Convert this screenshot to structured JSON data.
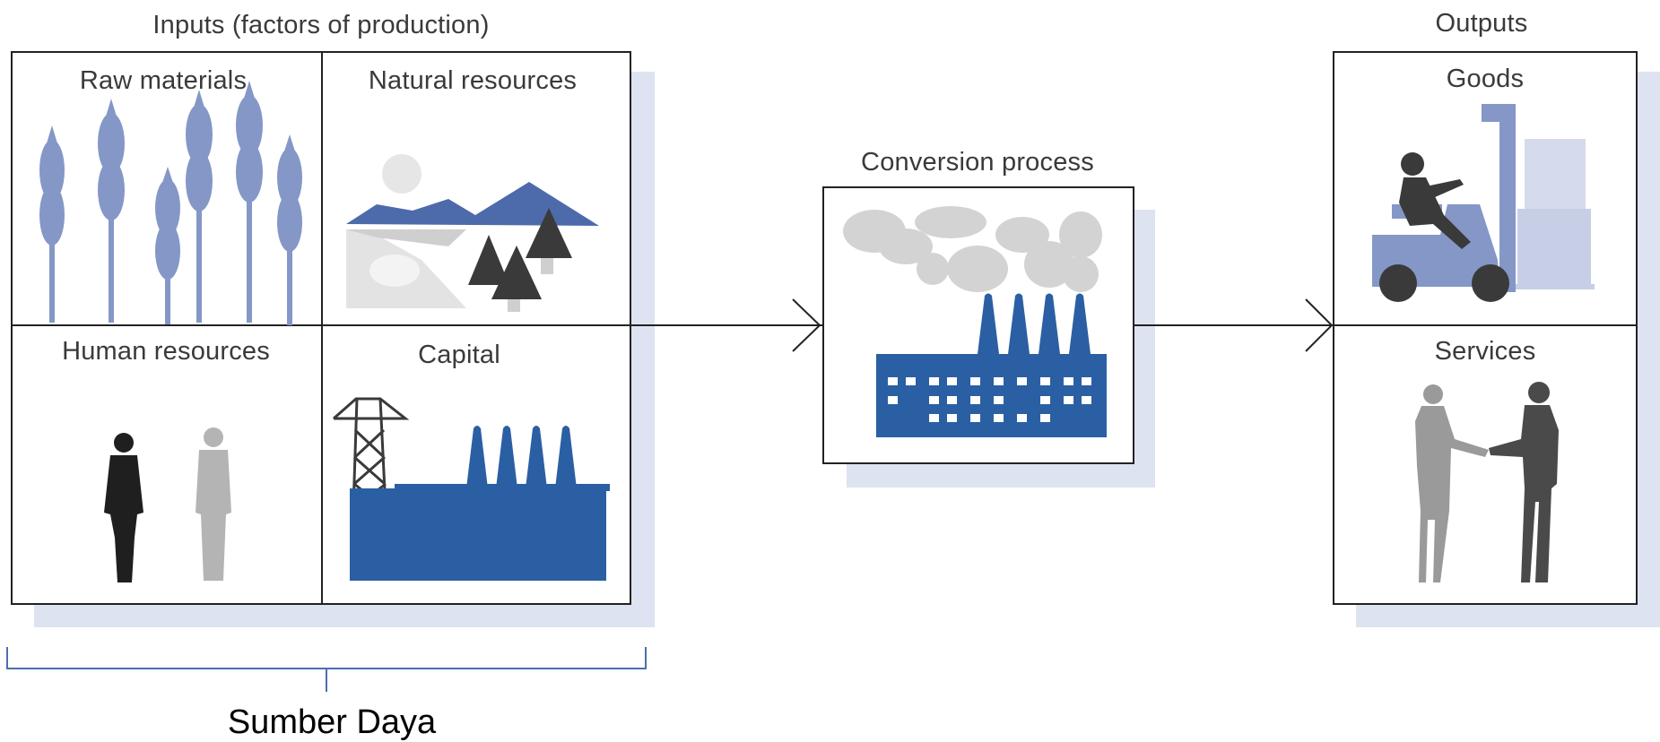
{
  "inputs": {
    "heading": "Inputs (factors of production)",
    "cells": {
      "raw_materials": "Raw materials",
      "natural_resources": "Natural resources",
      "human_resources": "Human resources",
      "capital": "Capital"
    }
  },
  "process": {
    "label": "Conversion process"
  },
  "outputs": {
    "heading": "Outputs",
    "cells": {
      "goods": "Goods",
      "services": "Services"
    }
  },
  "bracket": {
    "label": "Sumber Daya"
  },
  "colors": {
    "accent_blue": "#2b5fa3",
    "light_blue": "#8497c7",
    "shadow": "#dde3f0",
    "dark": "#3a3a3a",
    "gray": "#b4b4b4"
  }
}
